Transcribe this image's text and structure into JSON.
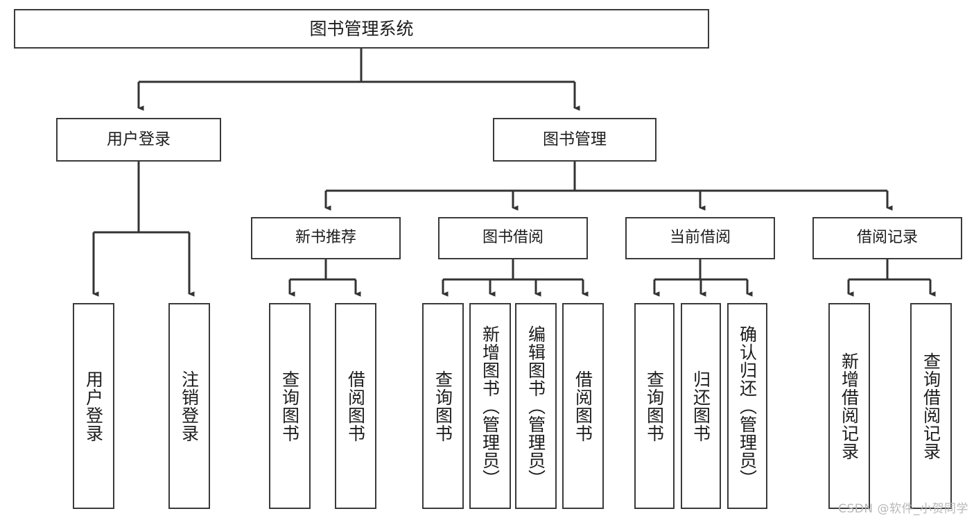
{
  "diagram": {
    "title": "图书管理系统",
    "type": "tree-hierarchy-diagram",
    "watermark": "CSDN @软件_小贺同学",
    "colors": {
      "box_border": "#3a3a3a",
      "connector": "#333333",
      "background": "#ffffff",
      "text": "#1c1c1c",
      "watermark": "#b8b8b8"
    },
    "nodes": {
      "root": {
        "label": "图书管理系统"
      },
      "level1": [
        {
          "id": "user-login",
          "label": "用户登录"
        },
        {
          "id": "book-management",
          "label": "图书管理"
        }
      ],
      "level2": [
        {
          "id": "new-book-recommend",
          "label": "新书推荐"
        },
        {
          "id": "book-borrow",
          "label": "图书借阅"
        },
        {
          "id": "current-borrow",
          "label": "当前借阅"
        },
        {
          "id": "borrow-record",
          "label": "借阅记录"
        }
      ],
      "leaves": [
        {
          "id": "leaf-user-login",
          "label": "用户登录",
          "parent": "user-login"
        },
        {
          "id": "leaf-logout-login",
          "label": "注销登录",
          "parent": "user-login"
        },
        {
          "id": "leaf-query-book-1",
          "label": "查询图书",
          "parent": "new-book-recommend"
        },
        {
          "id": "leaf-borrow-book-1",
          "label": "借阅图书",
          "parent": "new-book-recommend"
        },
        {
          "id": "leaf-query-book-2",
          "label": "查询图书",
          "parent": "book-borrow"
        },
        {
          "id": "leaf-add-book",
          "label": "新增图书（管理员）",
          "parent": "book-borrow"
        },
        {
          "id": "leaf-edit-book",
          "label": "编辑图书（管理员）",
          "parent": "book-borrow"
        },
        {
          "id": "leaf-borrow-book-2",
          "label": "借阅图书",
          "parent": "book-borrow"
        },
        {
          "id": "leaf-query-book-3",
          "label": "查询图书",
          "parent": "current-borrow"
        },
        {
          "id": "leaf-return-book",
          "label": "归还图书",
          "parent": "current-borrow"
        },
        {
          "id": "leaf-confirm-return",
          "label": "确认归还（管理员）",
          "parent": "current-borrow"
        },
        {
          "id": "leaf-add-record",
          "label": "新增借阅记录",
          "parent": "borrow-record"
        },
        {
          "id": "leaf-query-record",
          "label": "查询借阅记录",
          "parent": "borrow-record"
        }
      ]
    }
  }
}
